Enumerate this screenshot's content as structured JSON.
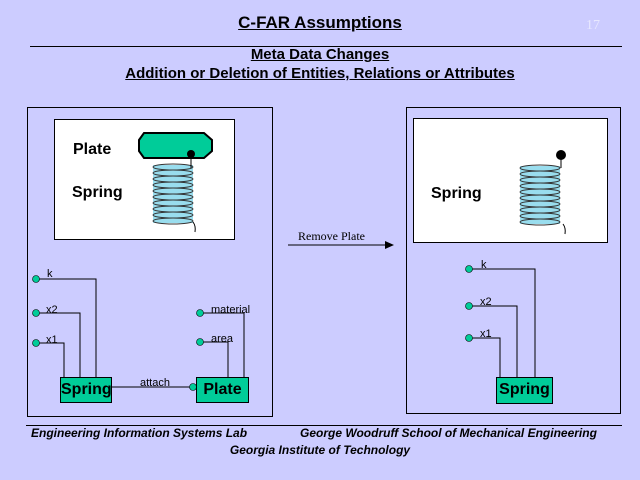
{
  "slide": {
    "title": "C-FAR Assumptions",
    "page_number": "17",
    "subtitle1": "Meta Data Changes ",
    "subtitle2": "Addition or Deletion of Entities, Relations or Attributes"
  },
  "left": {
    "pic_labels": [
      "Plate",
      "Spring"
    ],
    "attrs": {
      "k": "k",
      "x2": "x2",
      "x1": "x1",
      "material": "material",
      "area": "area"
    },
    "entities": [
      "Spring",
      "Plate"
    ],
    "relation": "attach"
  },
  "arrow_label": "Remove Plate",
  "right": {
    "pic_label": "Spring",
    "attrs": {
      "k": "k",
      "x2": "x2",
      "x1": "x1"
    },
    "entity": "Spring"
  },
  "footer": {
    "left": "Engineering Information Systems Lab",
    "right": "George Woodruff School of Mechanical Engineering",
    "center": "Georgia Institute of Technology"
  },
  "colors": {
    "background": "#ccccff",
    "entity": "#00cc99"
  }
}
